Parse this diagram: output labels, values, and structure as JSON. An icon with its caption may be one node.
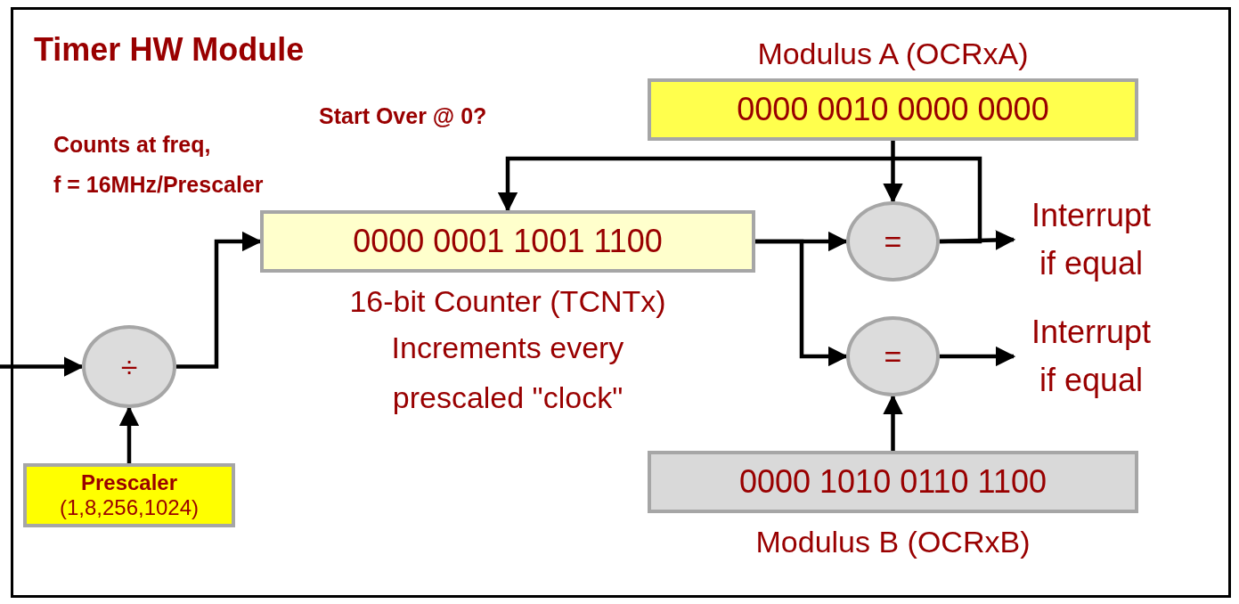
{
  "diagram": {
    "nodes": [
      {
        "text": [
          "Timer HW Module"
        ]
      },
      {
        "text": [
          "0000 0001 1001 1100"
        ],
        "in": 0,
        "beside": [
          "16-bit Counter (TCNTx)",
          "Increments every prescaled \"clock\""
        ]
      },
      {
        "text": [
          "0000 0010 0000 0000"
        ],
        "in": 0,
        "beside": [
          "Modulus A (OCRxA)"
        ]
      },
      {
        "text": [
          "÷"
        ],
        "in": 0
      },
      {
        "text": [
          "Prescaler",
          "(1,8,256,1024)"
        ],
        "in": 0
      },
      {
        "text": [
          "="
        ],
        "in": 0
      },
      {
        "text": [
          "="
        ],
        "in": 0
      },
      {
        "text": [
          "0000 1010 0110 1100"
        ],
        "in": 0,
        "beside": [
          "Modulus B (OCRxB)"
        ]
      },
      {
        "text": [
          "Interrupt if equal"
        ],
        "in": 0
      },
      {
        "text": [
          "Interrupt if equal"
        ],
        "in": 0
      }
    ],
    "edges": [
      {
        "from": null,
        "to": 3,
        "arrow": "to"
      },
      {
        "from": 4,
        "to": 3,
        "arrow": "to"
      },
      {
        "from": 3,
        "to": 1,
        "arrow": "to"
      },
      {
        "from": 1,
        "to": 5,
        "arrow": "to"
      },
      {
        "from": 1,
        "to": 6,
        "arrow": "to"
      },
      {
        "from": 2,
        "to": 5,
        "arrow": "to"
      },
      {
        "from": 7,
        "to": 6,
        "arrow": "to"
      },
      {
        "from": 5,
        "to": 8,
        "arrow": "to"
      },
      {
        "from": 5,
        "to": 1,
        "arrow": "to"
      },
      {
        "from": 6,
        "to": 9,
        "arrow": "to"
      }
    ],
    "labels": [
      "Start Over @ 0?",
      "Counts at freq,",
      "f = 16MHz/Prescaler"
    ]
  }
}
